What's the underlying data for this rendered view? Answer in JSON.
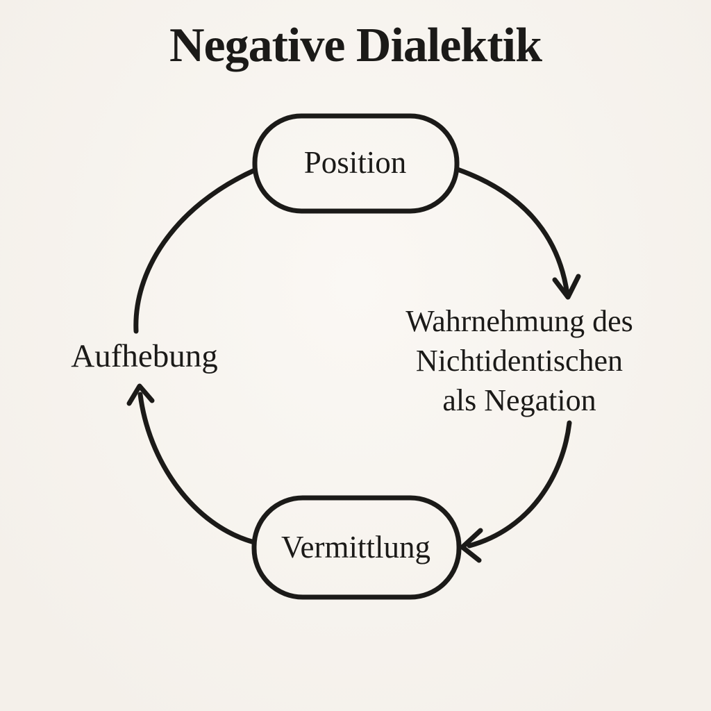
{
  "title": "Negative Dialektik",
  "colors": {
    "background": "#f8f4ee",
    "ink": "#1b1a18"
  },
  "nodes": {
    "position": {
      "label": "Position",
      "shape": "stadium-outline"
    },
    "wahrnehmung": {
      "lines": [
        "Wahrnehmung des",
        "Nichtidentischen",
        "als Negation"
      ],
      "shape": "plain-text"
    },
    "vermittlung": {
      "label": "Vermittlung",
      "shape": "stadium-outline"
    },
    "aufhebung": {
      "label": "Aufhebung",
      "shape": "plain-text"
    }
  },
  "edges": [
    {
      "from": "Position",
      "to": "Wahrnehmung des Nichtidentischen als Negation",
      "arrowhead": true,
      "direction": "clockwise"
    },
    {
      "from": "Wahrnehmung des Nichtidentischen als Negation",
      "to": "Vermittlung",
      "arrowhead": true,
      "direction": "clockwise"
    },
    {
      "from": "Vermittlung",
      "to": "Aufhebung",
      "arrowhead": true,
      "direction": "clockwise"
    },
    {
      "from": "Aufhebung",
      "to": "Position",
      "arrowhead": false,
      "direction": "clockwise"
    }
  ]
}
